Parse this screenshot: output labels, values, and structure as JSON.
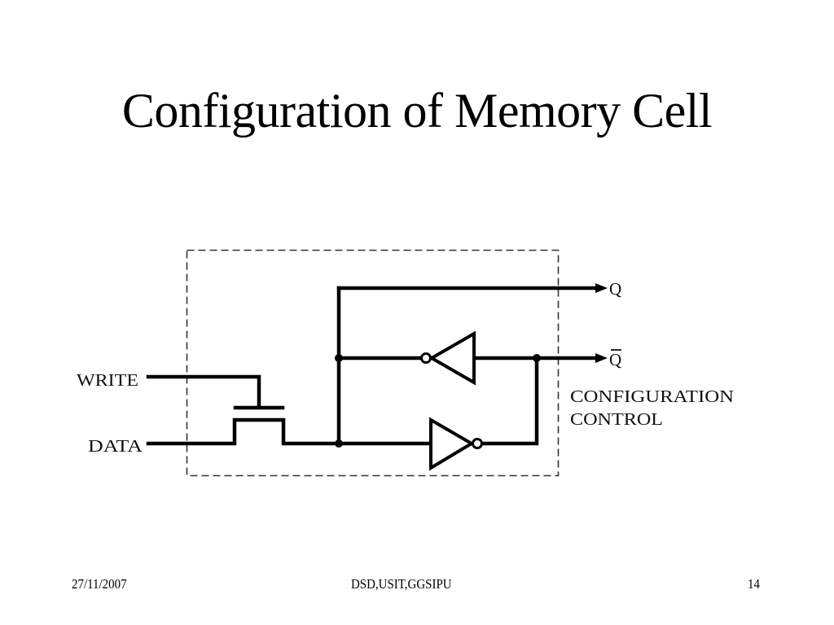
{
  "slide": {
    "title": "Configuration of Memory Cell",
    "footer": {
      "date": "27/11/2007",
      "center": "DSD,USIT,GGSIPU",
      "page": "14"
    }
  },
  "diagram": {
    "inputs": {
      "write": "WRITE",
      "data": "DATA"
    },
    "outputs": {
      "q": "Q",
      "q_bar": "Q",
      "q_bar_overline": true
    },
    "box_label_line1": "CONFIGURATION",
    "box_label_line2": "CONTROL",
    "components": [
      "pass-transistor",
      "inverter-feedback",
      "inverter-forward"
    ],
    "colors": {
      "wire": "#000000",
      "box": "#333333"
    }
  }
}
